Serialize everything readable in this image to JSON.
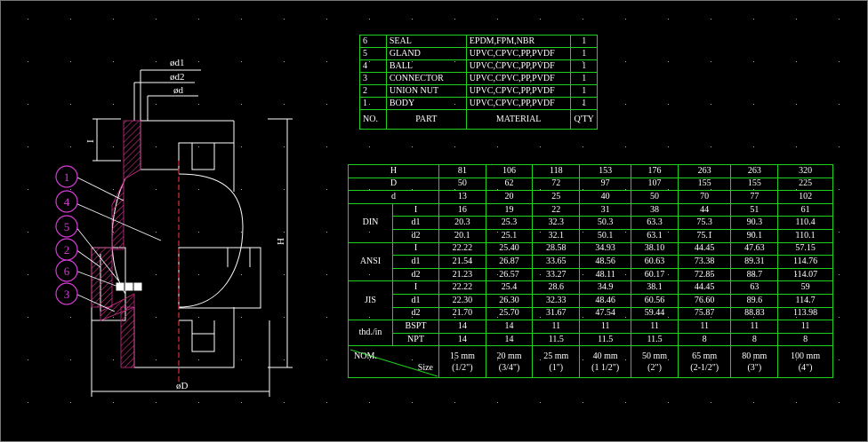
{
  "drawing": {
    "dim_labels": {
      "d1": "ød1",
      "d2": "ød2",
      "d": "ød",
      "D": "øD",
      "H": "H",
      "I": "I"
    },
    "balloons": [
      "1",
      "4",
      "5",
      "2",
      "6",
      "3"
    ]
  },
  "parts": {
    "header": {
      "no": "NO.",
      "part": "PART",
      "material": "MATERIAL",
      "qty": "Q'TY"
    },
    "rows": [
      {
        "no": "6",
        "part": "SEAL",
        "material": "EPDM,FPM,NBR",
        "qty": "1"
      },
      {
        "no": "5",
        "part": "GLAND",
        "material": "UPVC,CPVC,PP,PVDF",
        "qty": "1"
      },
      {
        "no": "4",
        "part": "BALL",
        "material": "UPVC,CPVC,PP,PVDF",
        "qty": "1"
      },
      {
        "no": "3",
        "part": "CONNECTOR",
        "material": "UPVC,CPVC,PP,PVDF",
        "qty": "1"
      },
      {
        "no": "2",
        "part": "UNION NUT",
        "material": "UPVC,CPVC,PP,PVDF",
        "qty": "1"
      },
      {
        "no": "1",
        "part": "BODY",
        "material": "UPVC,CPVC,PP,PVDF",
        "qty": "1"
      }
    ]
  },
  "dimensions": {
    "rows": {
      "H": {
        "label": "H",
        "values": [
          "81",
          "106",
          "118",
          "153",
          "176",
          "263",
          "263",
          "320"
        ]
      },
      "D": {
        "label": "D",
        "values": [
          "50",
          "62",
          "72",
          "97",
          "107",
          "155",
          "155",
          "225"
        ]
      },
      "d": {
        "label": "d",
        "values": [
          "13",
          "20",
          "25",
          "40",
          "50",
          "70",
          "77",
          "102"
        ]
      },
      "din_label": "DIN",
      "din_I": {
        "label": "I",
        "values": [
          "16",
          "19",
          "22",
          "31",
          "38",
          "44",
          "51",
          "61"
        ]
      },
      "din_d1": {
        "label": "d1",
        "values": [
          "20.3",
          "25.3",
          "32.3",
          "50.3",
          "63.3",
          "75.3",
          "90.3",
          "110.4"
        ]
      },
      "din_d2": {
        "label": "d2",
        "values": [
          "20.1",
          "25.1",
          "32.1",
          "50.1",
          "63.1",
          "75.1",
          "90.1",
          "110.1"
        ]
      },
      "ansi_label": "ANSI",
      "ansi_I": {
        "label": "I",
        "values": [
          "22.22",
          "25.40",
          "28.58",
          "34.93",
          "38.10",
          "44.45",
          "47.63",
          "57.15"
        ]
      },
      "ansi_d1": {
        "label": "d1",
        "values": [
          "21.54",
          "26.87",
          "33.65",
          "48.56",
          "60.63",
          "73.38",
          "89.31",
          "114.76"
        ]
      },
      "ansi_d2": {
        "label": "d2",
        "values": [
          "21.23",
          "26.57",
          "33.27",
          "48.11",
          "60.17",
          "72.85",
          "88.7",
          "114.07"
        ]
      },
      "jis_label": "JIS",
      "jis_I": {
        "label": "I",
        "values": [
          "22.22",
          "25.4",
          "28.6",
          "34.9",
          "38.1",
          "44.45",
          "63",
          "59"
        ]
      },
      "jis_d1": {
        "label": "d1",
        "values": [
          "22.30",
          "26.30",
          "32.33",
          "48.46",
          "60.56",
          "76.60",
          "89.6",
          "114.7"
        ]
      },
      "jis_d2": {
        "label": "d2",
        "values": [
          "21.70",
          "25.70",
          "31.67",
          "47.54",
          "59.44",
          "75.87",
          "88.83",
          "113.98"
        ]
      },
      "thd_label": "thd./in",
      "bspt": {
        "label": "BSPT",
        "values": [
          "14",
          "14",
          "11",
          "11",
          "11",
          "11",
          "11",
          "11"
        ]
      },
      "npt": {
        "label": "NPT",
        "values": [
          "14",
          "14",
          "11.5",
          "11.5",
          "11.5",
          "8",
          "8",
          "8"
        ]
      },
      "nom_label": "NOM.",
      "size_label": "Size",
      "sizes": [
        {
          "mm": "15 mm",
          "in": "(1/2\")"
        },
        {
          "mm": "20 mm",
          "in": "(3/4\")"
        },
        {
          "mm": "25 mm",
          "in": "(1\")"
        },
        {
          "mm": "40 mm",
          "in": "(1 1/2\")"
        },
        {
          "mm": "50 mm",
          "in": "(2\")"
        },
        {
          "mm": "65 mm",
          "in": "(2-1/2\")"
        },
        {
          "mm": "80 mm",
          "in": "(3\")"
        },
        {
          "mm": "100 mm",
          "in": "(4\")"
        }
      ]
    }
  },
  "colors": {
    "background": "#000000",
    "lines": "#ffffff",
    "grid": "#1fd21f",
    "hatch": "#d0308a",
    "balloon": "#d63cd6",
    "centerline": "#e03030"
  }
}
